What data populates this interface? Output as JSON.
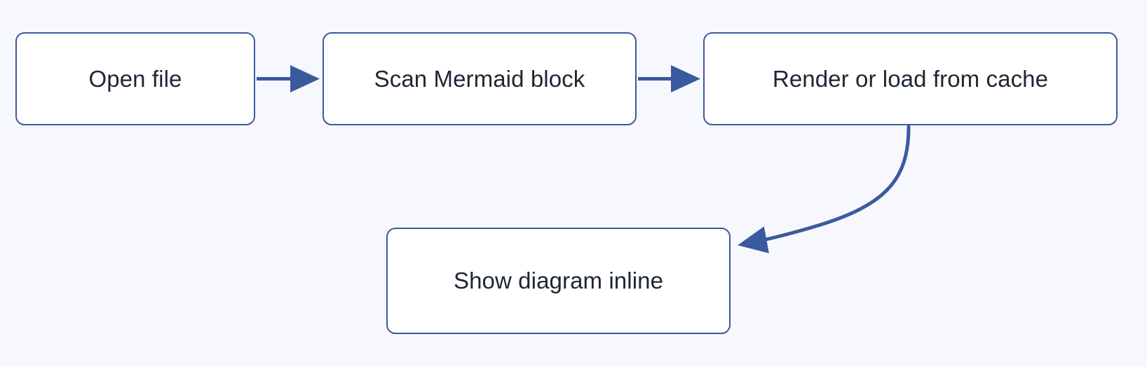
{
  "diagram": {
    "type": "flowchart",
    "direction": "left-to-right-then-down",
    "title": "",
    "background_color": "#f7f8fd",
    "node_fill": "#ffffff",
    "node_stroke": "#3b5a9d",
    "edge_color": "#3b5a9d",
    "text_color": "#1d2733",
    "nodes": [
      {
        "id": "open-file",
        "label": "Open file"
      },
      {
        "id": "scan-mermaid",
        "label": "Scan Mermaid block"
      },
      {
        "id": "render-or-load",
        "label": "Render or load from cache"
      },
      {
        "id": "show-diagram",
        "label": "Show diagram inline"
      }
    ],
    "edges": [
      {
        "id": "edge-1",
        "from": "open-file",
        "to": "scan-mermaid",
        "label": "",
        "style": "straight-arrow"
      },
      {
        "id": "edge-2",
        "from": "scan-mermaid",
        "to": "render-or-load",
        "label": "",
        "style": "straight-arrow"
      },
      {
        "id": "edge-3",
        "from": "render-or-load",
        "to": "show-diagram",
        "label": "",
        "style": "curved-arrow"
      }
    ]
  }
}
